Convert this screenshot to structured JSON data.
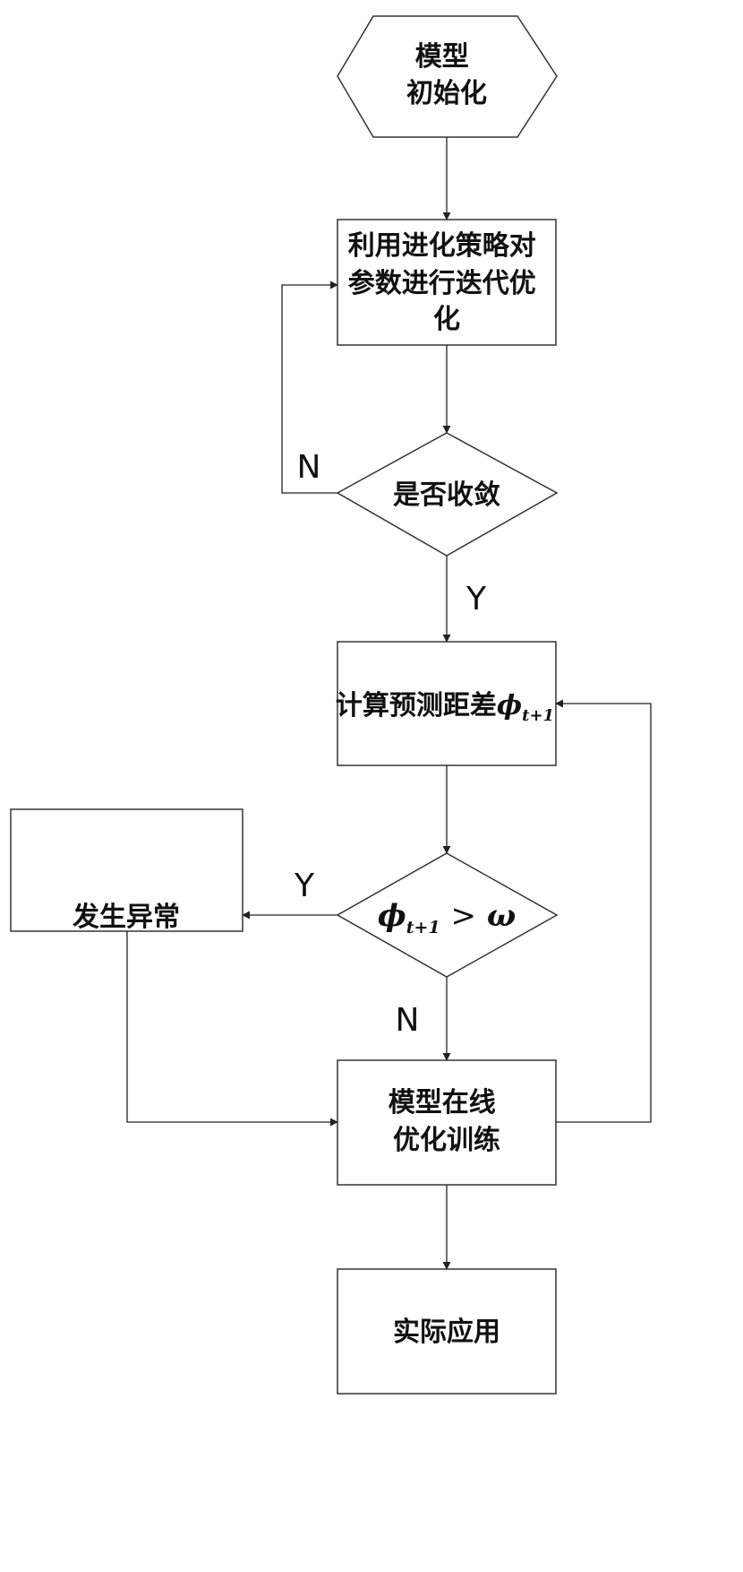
{
  "nodes": {
    "start": {
      "lines": [
        "模型",
        "初始化"
      ]
    },
    "optimize": {
      "lines": [
        "利用进化策略对",
        "参数进行迭代优",
        "化"
      ]
    },
    "converge": {
      "text": "是否收敛"
    },
    "compute": {
      "text": "计算预测距差",
      "symbol": "ϕ",
      "subscript": "t+1"
    },
    "compare": {
      "symbol": "ϕ",
      "subscript": "t+1",
      "operator": ">",
      "threshold": "ω"
    },
    "anomaly": {
      "text": "发生异常"
    },
    "online": {
      "lines": [
        "模型在线",
        "优化训练"
      ]
    },
    "apply": {
      "text": "实际应用"
    }
  },
  "edge_labels": {
    "converge_no": "N",
    "converge_yes": "Y",
    "compare_yes": "Y",
    "compare_no": "N"
  }
}
